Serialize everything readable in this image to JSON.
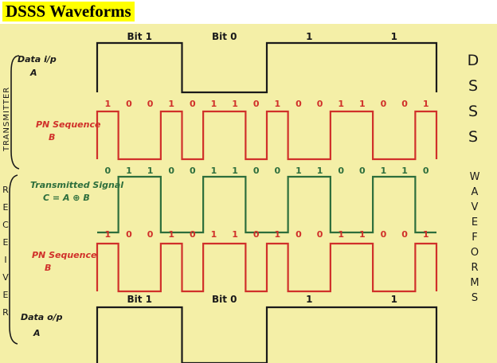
{
  "header": {
    "title": "DSSS Waveforms"
  },
  "colors": {
    "highlight": "#ffff00",
    "paper": "#f4efa7",
    "black_ink": "#1a1a1a",
    "red_ink": "#d0302a",
    "green_ink": "#2d6e3c"
  },
  "side_labels": {
    "transmitter": "TRANSMITTER",
    "receiver": [
      "R",
      "E",
      "C",
      "E",
      "I",
      "V",
      "E",
      "R"
    ],
    "dsss": [
      "D",
      "S",
      "S",
      "S"
    ],
    "waveforms": [
      "W",
      "A",
      "V",
      "E",
      "F",
      "O",
      "R",
      "M",
      "S"
    ]
  },
  "waveforms": [
    {
      "id": "data-input",
      "label": "Data i/p",
      "sublabel": "A",
      "color": "black",
      "bit_labels": [
        "Bit 1",
        "Bit 0",
        "1",
        "1"
      ],
      "levels": [
        1,
        0,
        1,
        1
      ]
    },
    {
      "id": "pn-sequence-tx",
      "label": "PN Sequence",
      "sublabel": "B",
      "color": "red",
      "bit_labels": [
        "1",
        "0",
        "0",
        "1",
        "0",
        "1",
        "1",
        "0",
        "1",
        "0",
        "0",
        "1",
        "1",
        "0",
        "0",
        "1"
      ],
      "levels": [
        1,
        0,
        0,
        1,
        0,
        1,
        1,
        0,
        1,
        0,
        0,
        1,
        1,
        0,
        0,
        1
      ]
    },
    {
      "id": "transmitted-signal",
      "label": "Transmitted Signal",
      "sublabel": "C = A ⊕ B",
      "color": "green",
      "bit_labels": [
        "0",
        "1",
        "1",
        "0",
        "0",
        "1",
        "1",
        "0",
        "0",
        "1",
        "1",
        "0",
        "0",
        "1",
        "1",
        "0"
      ],
      "levels": [
        0,
        1,
        1,
        0,
        0,
        1,
        1,
        0,
        0,
        1,
        1,
        0,
        0,
        1,
        1,
        0
      ]
    },
    {
      "id": "pn-sequence-rx",
      "label": "PN Sequence",
      "sublabel": "B",
      "color": "red",
      "bit_labels": [
        "1",
        "0",
        "0",
        "1",
        "0",
        "1",
        "1",
        "0",
        "1",
        "0",
        "0",
        "1",
        "1",
        "0",
        "0",
        "1"
      ],
      "levels": [
        1,
        0,
        0,
        1,
        0,
        1,
        1,
        0,
        1,
        0,
        0,
        1,
        1,
        0,
        0,
        1
      ]
    },
    {
      "id": "data-output",
      "label": "Data o/p",
      "sublabel": "A",
      "color": "black",
      "bit_labels": [
        "Bit 1",
        "Bit 0",
        "1",
        "1"
      ],
      "levels": [
        1,
        0,
        1,
        1
      ]
    }
  ]
}
